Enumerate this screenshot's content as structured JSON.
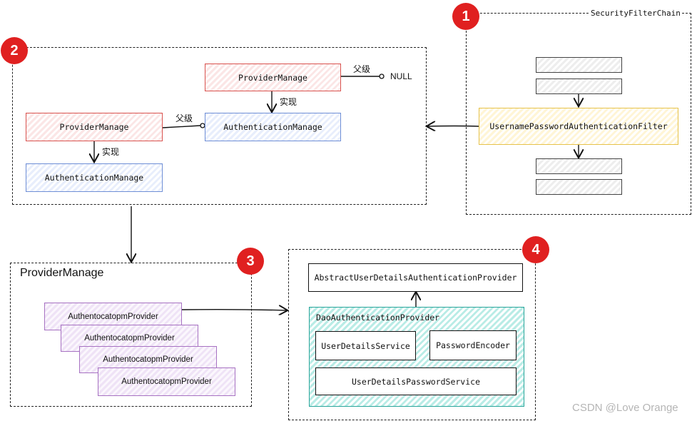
{
  "security_chain": {
    "title": "SecurityFilterChain",
    "filter_label": "UsernamePasswordAuthenticationFilter"
  },
  "section2": {
    "top_provider": "ProviderManage",
    "top_auth": "AuthenticationManage",
    "left_provider": "ProviderManage",
    "left_auth": "AuthenticationManage",
    "parent_label_top": "父级",
    "parent_label_left": "父级",
    "implements_label_top": "实现",
    "implements_label_left": "实现",
    "null_label": "NULL"
  },
  "section3": {
    "title": "ProviderManage",
    "providers": [
      "AuthentocatopmProvider",
      "AuthentocatopmProvider",
      "AuthentocatopmProvider",
      "AuthentocatopmProvider"
    ]
  },
  "section4": {
    "abstract_provider": "AbstractUserDetailsAuthenticationProvider",
    "dao_provider": "DaoAuthenticationProvider",
    "user_details_service": "UserDetailsService",
    "password_encoder": "PasswordEncoder",
    "password_service": "UserDetailsPasswordService"
  },
  "badges": [
    "1",
    "2",
    "3",
    "4"
  ],
  "watermark": "CSDN @Love Orange",
  "colors": {
    "badge": "#e02020",
    "provider_red": "#d9534f",
    "auth_blue": "#6f8fd6",
    "filter_yellow": "#e6c24a",
    "provider_purple": "#a772c2",
    "dao_teal": "#27a59a"
  }
}
